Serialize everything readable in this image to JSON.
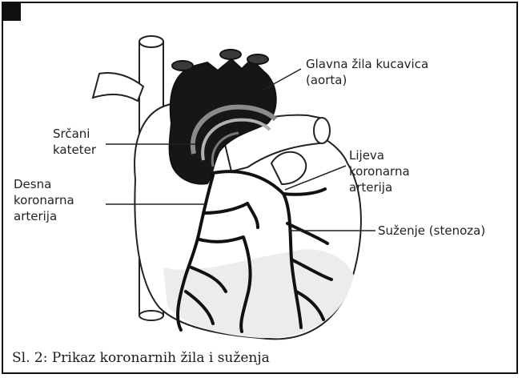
{
  "figure": {
    "caption": "Sl. 2: Prikaz koronarnih žila i suženja",
    "labels": {
      "aorta": "Glavna žila kucavica\n(aorta)",
      "catheter": "Srčani\nkateter",
      "right_coronary": "Desna\nkoronarna\narterija",
      "left_coronary": "Lijeva\nkoronarna\narterija",
      "stenosis": "Suženje (stenoza)"
    }
  }
}
